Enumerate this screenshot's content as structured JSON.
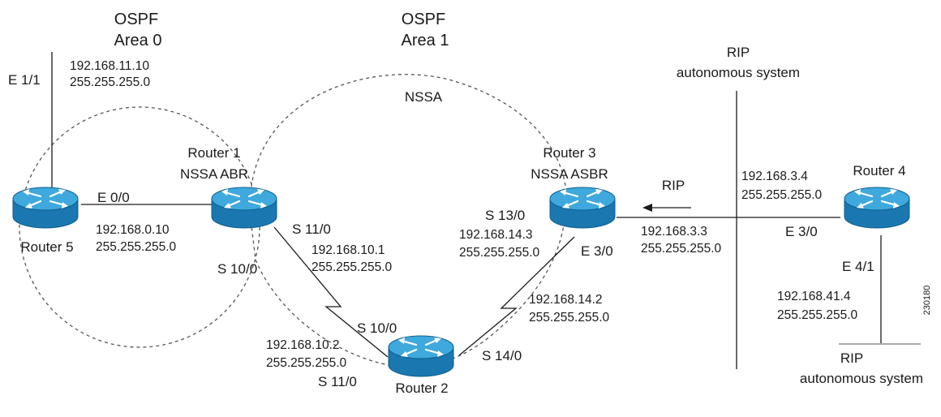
{
  "labels": {
    "ospf_area0_line1": "OSPF",
    "ospf_area0_line2": "Area 0",
    "ospf_area1_line1": "OSPF",
    "ospf_area1_line2": "Area 1",
    "nssa": "NSSA",
    "rip_top_line1": "RIP",
    "rip_top_line2": "autonomous system",
    "rip_bottom_line1": "RIP",
    "rip_bottom_line2": "autonomous system",
    "rip_arrow_label": "RIP",
    "figure_id": "230180"
  },
  "routers": {
    "r1": {
      "name": "Router 1",
      "role": "NSSA ABR"
    },
    "r2": {
      "name": "Router 2"
    },
    "r3": {
      "name": "Router 3",
      "role": "NSSA ASBR"
    },
    "r4": {
      "name": "Router 4"
    },
    "r5": {
      "name": "Router 5"
    }
  },
  "interfaces": {
    "r5_e11": {
      "name": "E 1/1",
      "ip": "192.168.11.10",
      "mask": "255.255.255.0"
    },
    "r1_e00": {
      "name": "E 0/0",
      "ip": "192.168.0.10",
      "mask": "255.255.255.0"
    },
    "r1_s110": {
      "name": "S 11/0",
      "ip": "192.168.10.1",
      "mask": "255.255.255.0"
    },
    "r1_s100": {
      "name": "S 10/0"
    },
    "r2_s100": {
      "name": "S 10/0"
    },
    "r2_s110": {
      "name": "S 11/0",
      "ip": "192.168.10.2",
      "mask": "255.255.255.0"
    },
    "r2_s140": {
      "name": "S 14/0"
    },
    "r3_s130": {
      "name": "S 13/0",
      "ip": "192.168.14.3",
      "mask": "255.255.255.0"
    },
    "r3_e30": {
      "name": "E 3/0",
      "ip": "192.168.3.3",
      "mask": "255.255.255.0"
    },
    "r3_r2_link": {
      "ip": "192.168.14.2",
      "mask": "255.255.255.0"
    },
    "r4_top": {
      "ip": "192.168.3.4",
      "mask": "255.255.255.0"
    },
    "r4_e30": {
      "name": "E 3/0"
    },
    "r4_e41": {
      "name": "E 4/1",
      "ip": "192.168.41.4",
      "mask": "255.255.255.0"
    }
  },
  "colors": {
    "router_top": "#3fa9dd",
    "router_body": "#1a77b0",
    "router_edge": "#0f5f91",
    "line": "#1a1a1a",
    "dashed": "#555555"
  }
}
